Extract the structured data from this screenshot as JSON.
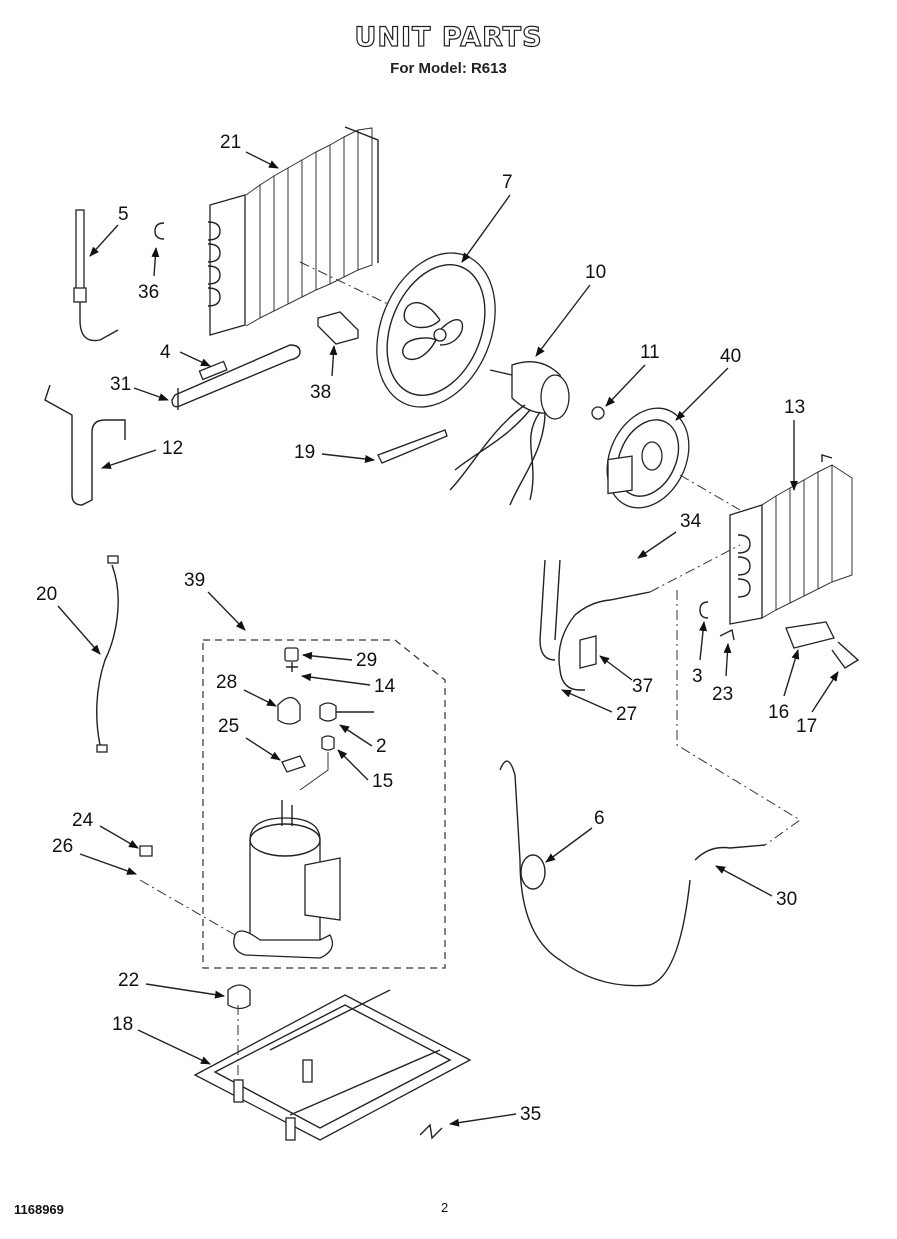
{
  "header": {
    "title": "UNIT PARTS",
    "subtitle": "For Model: R613"
  },
  "footer": {
    "doc_number": "1168969",
    "page_number": "2"
  },
  "callouts": {
    "c2": "2",
    "c3": "3",
    "c4": "4",
    "c5": "5",
    "c6": "6",
    "c7": "7",
    "c10": "10",
    "c11": "11",
    "c12": "12",
    "c13": "13",
    "c14": "14",
    "c15": "15",
    "c16": "16",
    "c17": "17",
    "c18": "18",
    "c19": "19",
    "c20": "20",
    "c21": "21",
    "c22": "22",
    "c23": "23",
    "c24": "24",
    "c25": "25",
    "c26": "26",
    "c27": "27",
    "c28": "28",
    "c29": "29",
    "c30": "30",
    "c31": "31",
    "c34": "34",
    "c35": "35",
    "c36": "36",
    "c37": "37",
    "c38": "38",
    "c39": "39",
    "c40": "40"
  }
}
